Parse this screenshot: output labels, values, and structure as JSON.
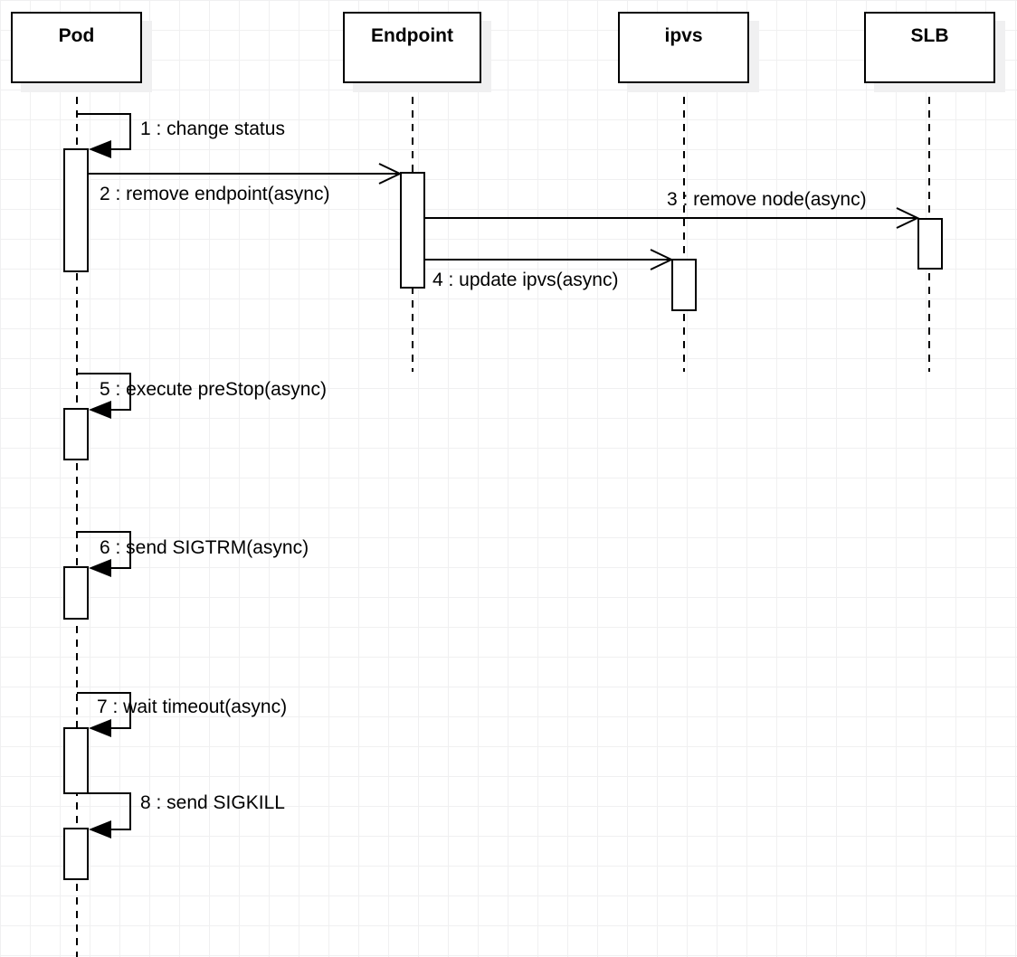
{
  "diagram_type": "uml-sequence",
  "colors": {
    "stroke": "#000000",
    "background": "#ffffff",
    "grid": "#f0f0f1",
    "box_fill": "#ffffff",
    "box_shadow": "#f0f0f1"
  },
  "actors": [
    {
      "name": "Pod"
    },
    {
      "name": "Endpoint"
    },
    {
      "name": "ipvs"
    },
    {
      "name": "SLB"
    }
  ],
  "messages": [
    {
      "label": "1 : change status",
      "from": "Pod",
      "to": "Pod",
      "kind": "self-solid-arrow"
    },
    {
      "label": "2 : remove endpoint(async)",
      "from": "Pod",
      "to": "Endpoint",
      "kind": "async-open-arrow"
    },
    {
      "label": "3 : remove node(async)",
      "from": "Endpoint",
      "to": "SLB",
      "kind": "async-open-arrow"
    },
    {
      "label": "4 : update ipvs(async)",
      "from": "Endpoint",
      "to": "ipvs",
      "kind": "async-open-arrow"
    },
    {
      "label": "5 : execute preStop(async)",
      "from": "Pod",
      "to": "Pod",
      "kind": "self-solid-arrow"
    },
    {
      "label": "6 : send SIGTRM(async)",
      "from": "Pod",
      "to": "Pod",
      "kind": "self-solid-arrow"
    },
    {
      "label": "7 : wait timeout(async)",
      "from": "Pod",
      "to": "Pod",
      "kind": "self-solid-arrow"
    },
    {
      "label": "8 : send SIGKILL",
      "from": "Pod",
      "to": "Pod",
      "kind": "self-solid-arrow"
    }
  ]
}
